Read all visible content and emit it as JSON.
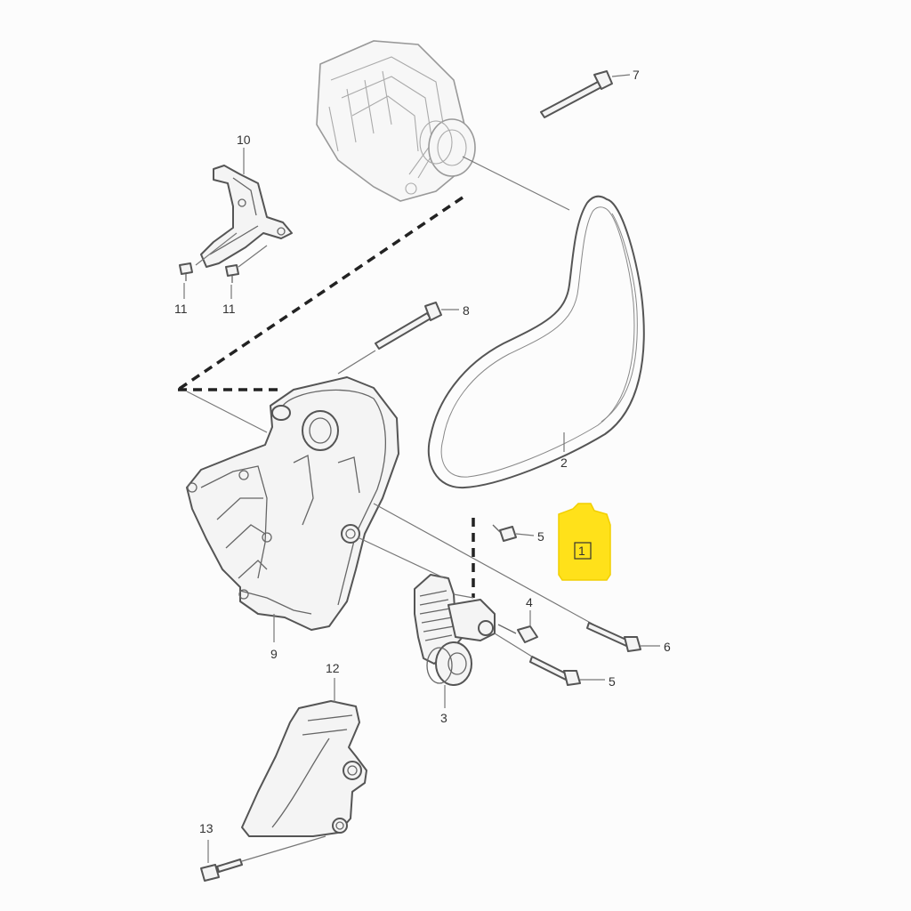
{
  "callouts": {
    "c1": "1",
    "c2": "2",
    "c3": "3",
    "c4": "4",
    "c5a": "5",
    "c5b": "5",
    "c6": "6",
    "c7": "7",
    "c8": "8",
    "c9": "9",
    "c10": "10",
    "c11a": "11",
    "c11b": "11",
    "c12": "12",
    "c13": "13"
  },
  "colors": {
    "highlight": "#ffe11a",
    "line": "#555555"
  }
}
